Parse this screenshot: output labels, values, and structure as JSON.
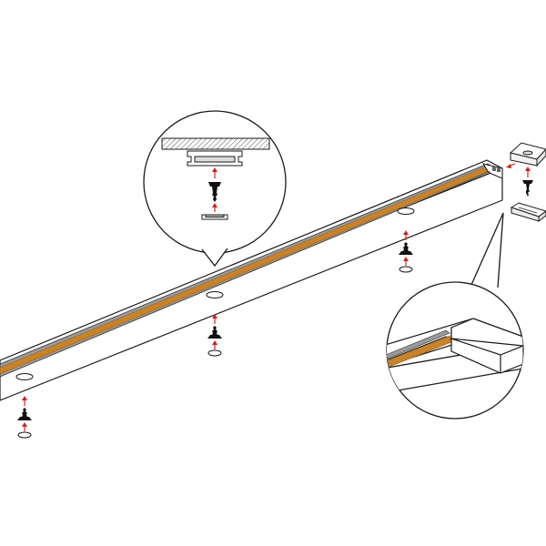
{
  "diagram": {
    "kind": "installation-diagram",
    "colors": {
      "outline": "#1a1a1a",
      "led_strip": "#c8822a",
      "channel_gray": "#9a9a9a",
      "arrow": "#d02020",
      "screw": "#111111",
      "background": "#ffffff"
    },
    "parts": {
      "profile": "aluminium-profile",
      "strip": "led-strip",
      "screws": [
        "screw-left",
        "screw-middle",
        "screw-right",
        "screw-endcap",
        "screw-detail"
      ],
      "end_cap": "end-cap",
      "mounting_clip": "mounting-clip"
    },
    "callouts": [
      "cross-section-detail",
      "end-detail"
    ]
  }
}
